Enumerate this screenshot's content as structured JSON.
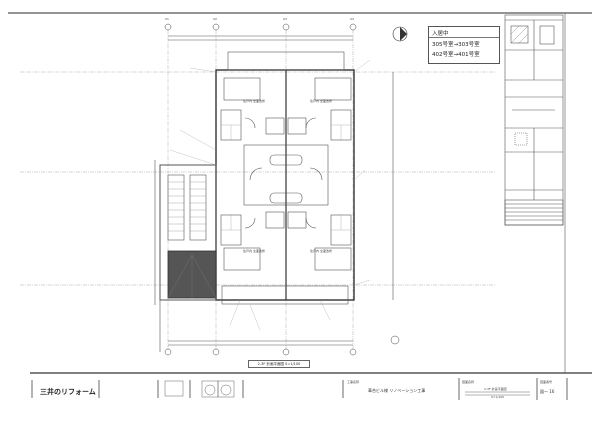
{
  "status_box": {
    "title": "入居中",
    "lines": [
      "305号室→303号室",
      "402号室→401号室"
    ]
  },
  "drawing": {
    "scale_label": "2-3F 計画平面図 S=1/100",
    "grid_labels": [
      "X1",
      "X2",
      "X3",
      "X4"
    ],
    "room_labels": [
      "住戸内 全面改修",
      "住戸内 全面改修",
      "住戸内 全面改修",
      "住戸内 全面改修"
    ]
  },
  "title_block": {
    "company_logo": "三井のリフォーム",
    "project_label": "工事名称",
    "project_name": "華合ビル様 リノベーション工事",
    "drawing_name_label": "図面名称",
    "drawing_name": "2-3F 計画平面図",
    "drawing_scale": "S=1/100",
    "drawing_no_label": "図面番号",
    "drawing_no": "図ー 16"
  },
  "colors": {
    "line": "#444444",
    "hatch": "#555555"
  }
}
